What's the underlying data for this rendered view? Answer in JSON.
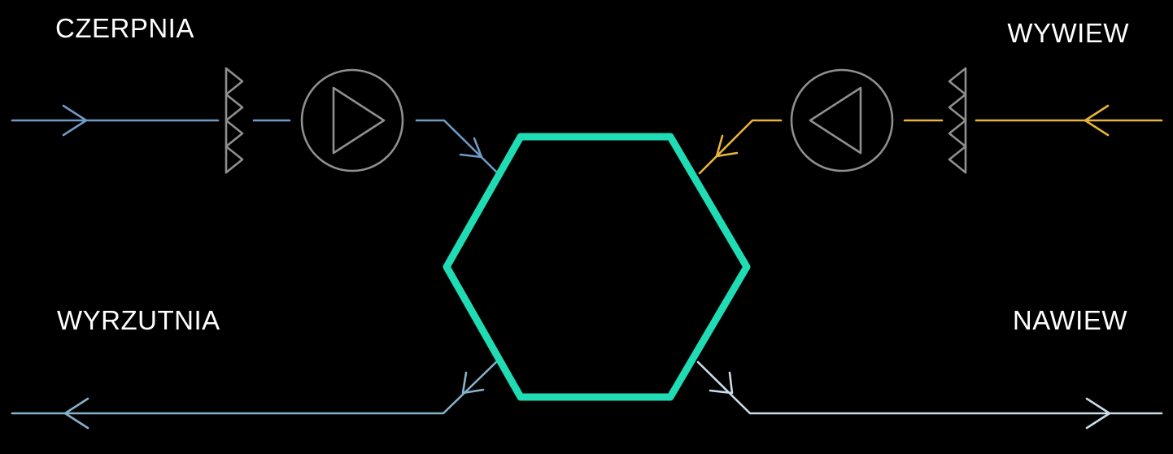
{
  "labels": {
    "intake": "CZERPNIA",
    "extract": "WYWIEW",
    "exhaust": "WYRZUTNIA",
    "supply": "NAWIEW"
  },
  "colors": {
    "background": "#000000",
    "outdoor_air": "#6f9bc4",
    "extract_air": "#e6b43a",
    "exhaust_air": "#86b2c9",
    "supply_air": "#c8dde8",
    "heat_exchanger": "#20dcb4",
    "component_gray": "#8f8f8f",
    "label_text": "#ffffff"
  },
  "icons": {
    "intake_filter": "filter-icon",
    "intake_fan": "fan-icon",
    "extract_fan": "fan-icon",
    "extract_filter": "filter-icon",
    "heat_exchanger": "hexagon-heat-exchanger"
  }
}
